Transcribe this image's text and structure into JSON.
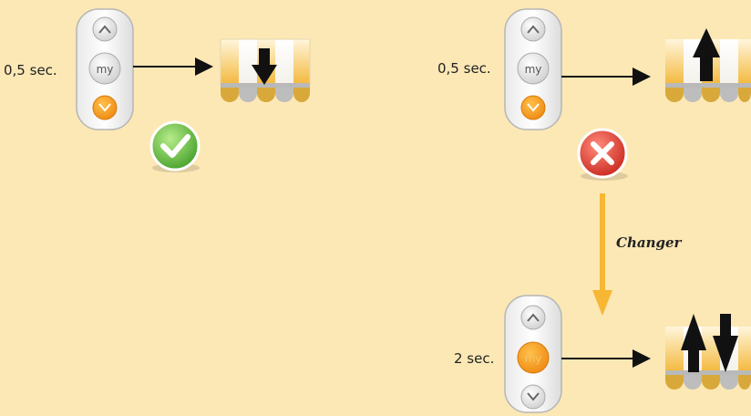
{
  "steps": [
    {
      "duration": "0,5 sec.",
      "button": "my",
      "pressed": "down",
      "result": "correct",
      "awning_arrows": [
        "down"
      ]
    },
    {
      "duration": "0,5 sec.",
      "button": "my",
      "pressed": "down",
      "result": "wrong",
      "awning_arrows": [
        "up"
      ]
    },
    {
      "duration": "2 sec.",
      "button": "my",
      "pressed": "my",
      "result": "",
      "awning_arrows": [
        "up",
        "down"
      ]
    }
  ],
  "change_label": "Changer",
  "colors": {
    "background": "#fce8b5",
    "accent_orange": "#f29a1a",
    "correct_green": "#5cb83c",
    "wrong_red": "#e23a2e",
    "arrow_yellow": "#f7b733"
  },
  "icons": {
    "correct": "check-circle-icon",
    "wrong": "cross-circle-icon",
    "up": "chevron-up-icon",
    "down": "chevron-down-icon"
  }
}
